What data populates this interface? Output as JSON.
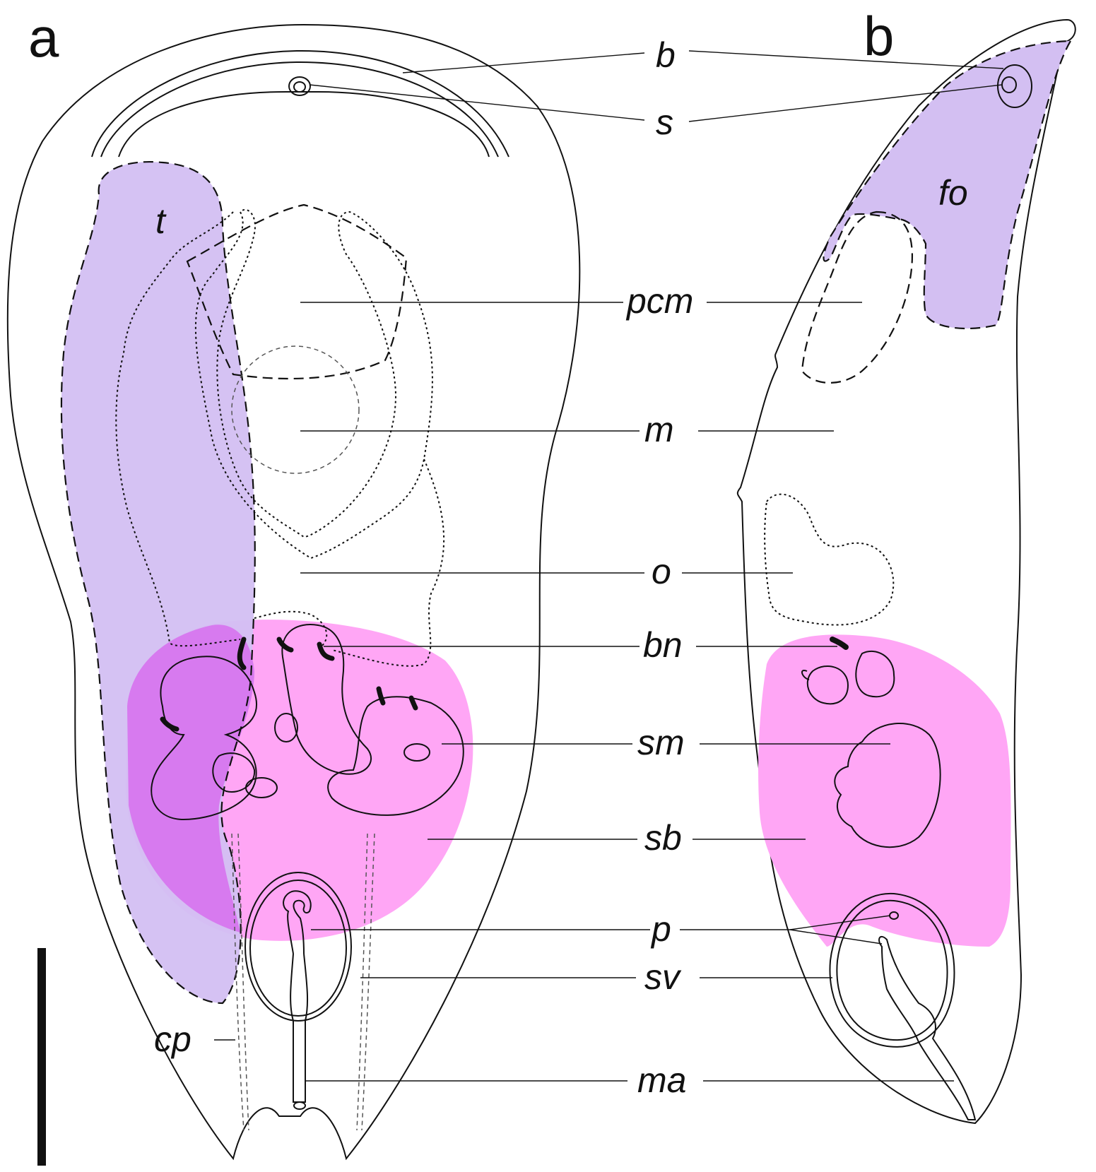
{
  "panels": {
    "a": "a",
    "b": "b"
  },
  "labels": {
    "b": "b",
    "s": "s",
    "t": "t",
    "fo": "fo",
    "pcm": "pcm",
    "m": "m",
    "o": "o",
    "bn": "bn",
    "sm": "sm",
    "sb": "sb",
    "p": "p",
    "sv": "sv",
    "cp": "cp",
    "ma": "ma"
  },
  "colors": {
    "lavender": "#d3bff2",
    "pink": "#ffa6f5",
    "overlap": "#d77aef",
    "line": "#111111"
  }
}
